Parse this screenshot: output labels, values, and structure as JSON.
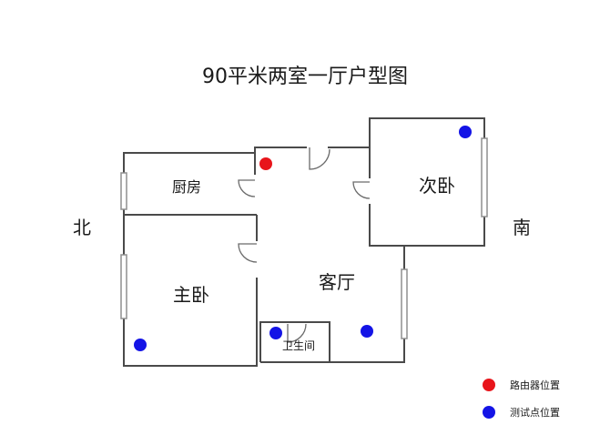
{
  "title": "90平米两室一厅户型图",
  "directions": {
    "north": "北",
    "south": "南"
  },
  "rooms": {
    "kitchen": "厨房",
    "second_bedroom": "次卧",
    "living_room": "客厅",
    "master_bedroom": "主卧",
    "bathroom": "卫生间"
  },
  "legend": {
    "router": {
      "label": "路由器位置",
      "color": "#e8151b"
    },
    "test_point": {
      "label": "测试点位置",
      "color": "#1414e6"
    }
  },
  "wall_color": "#4a4a4a",
  "window_color": "#8f8f8f"
}
